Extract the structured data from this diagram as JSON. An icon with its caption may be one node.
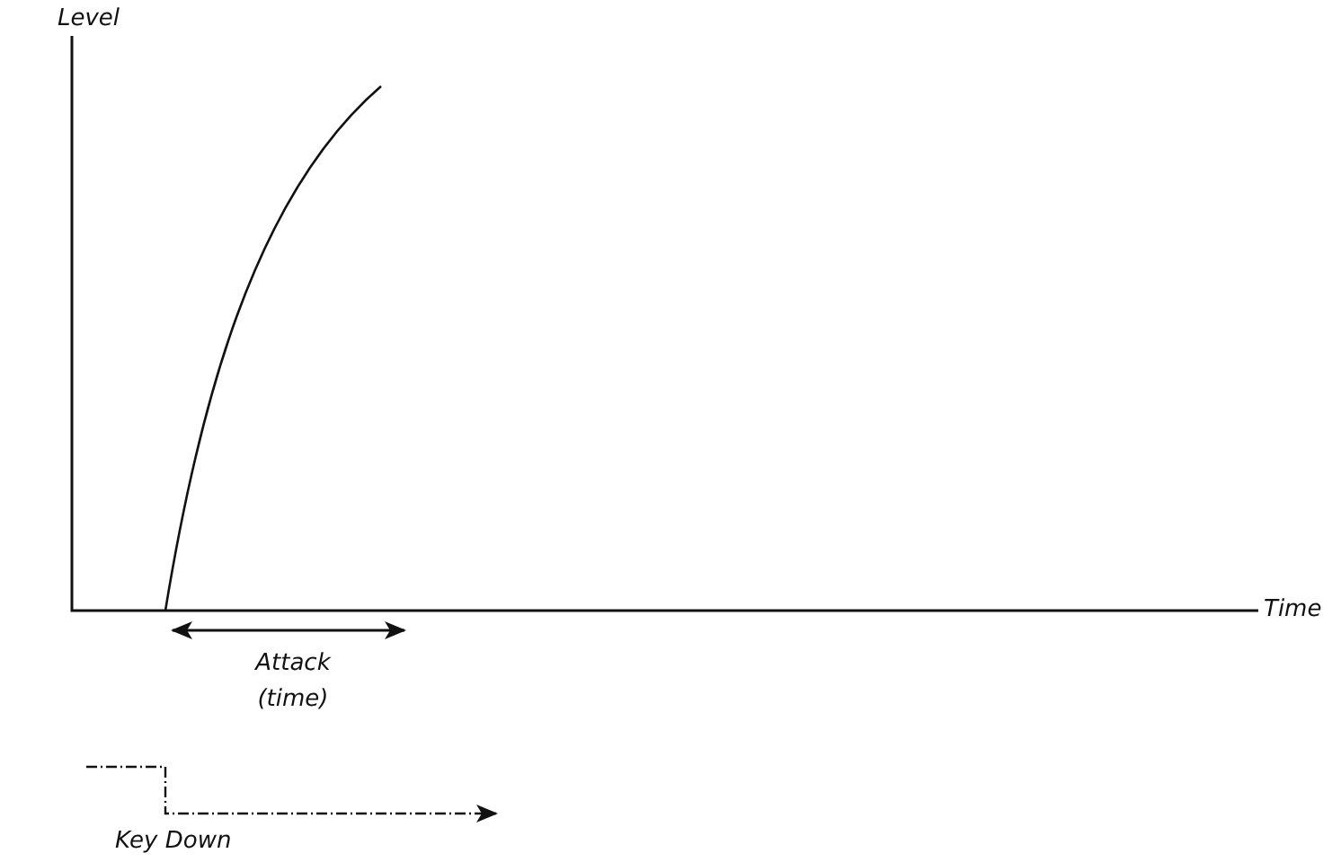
{
  "diagram": {
    "labels": [
      "Level",
      "Time",
      "Attack (time)",
      "Key Down"
    ]
  }
}
